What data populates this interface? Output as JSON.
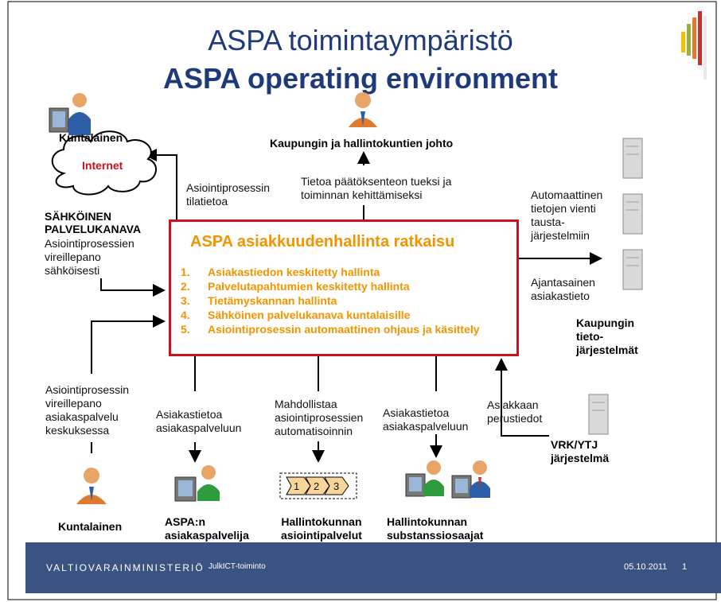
{
  "title_fi": "ASPA toimintaympäristö",
  "title_en": "ASPA operating environment",
  "top_left": {
    "person": "Kuntalainen",
    "internet": "Internet",
    "channel": "SÄHKÖINEN\nPALVELUKANAVA",
    "channel_desc": "Asiointiprosessien\nvireillepano\nsähköisesti",
    "status": "Asiointiprosessin\ntilatietoa"
  },
  "top_center": {
    "management": "Kaupungin ja hallintokuntien johto",
    "info": "Tietoa päätöksenteon tueksi ja\ntoiminnan kehittämiseksi"
  },
  "right": {
    "export": "Automaattinen\ntietojen vienti\ntausta-\njärjestelmiin",
    "current": "Ajantasainen\nasiakastieto",
    "systems": "Kaupungin\ntieto-\njärjestelmät"
  },
  "center_box": {
    "title": "ASPA asiakkuudenhallinta ratkaisu",
    "items": [
      {
        "num": "1.",
        "text": "Asiakastiedon keskitetty hallinta"
      },
      {
        "num": "2.",
        "text": "Palvelutapahtumien keskitetty hallinta"
      },
      {
        "num": "3.",
        "text": "Tietämyskannan hallinta"
      },
      {
        "num": "4.",
        "text": "Sähköinen palvelukanava kuntalaisille"
      },
      {
        "num": "5.",
        "text": "Asiointiprosessin automaattinen ohjaus ja käsittely"
      }
    ]
  },
  "bottom": {
    "left_desc": "Asiointiprosessin\nvireillepano\nasiakaspalvelu\nkeskuksessa",
    "left_person": "Kuntalainen",
    "cs_desc": "Asiakastietoa\nasiakaspalveluun",
    "cs_label": "ASPA:n\nasiakaspalvelija",
    "auto_desc": "Mahdollistaa\nasiointiprosessien\nautomatisoinnin",
    "process_steps": [
      "1",
      "2",
      "3"
    ],
    "services_label": "Hallintokunnan\nasiointipalvelut",
    "sub_desc": "Asiakastietoa\nasiakaspalveluun",
    "sub_label": "Hallintokunnan\nsubstanssiosaajat",
    "basic_desc": "Asiakkaan\nperustiedot",
    "vrk_label": "VRK/YTJ\njärjestelmä"
  },
  "footer": {
    "org": "VALTIOVARAINMINISTERIÖ",
    "project": "JulkICT-toiminto",
    "date": "05.10.2011",
    "page": "1"
  },
  "colors": {
    "title": "#1f3a7a",
    "box_border": "#c8101e",
    "box_text": "#f29400",
    "footer": "#3a5382",
    "logo_bars": [
      "#f3c100",
      "#9bb03a",
      "#e07a2e",
      "#c9302c"
    ]
  }
}
